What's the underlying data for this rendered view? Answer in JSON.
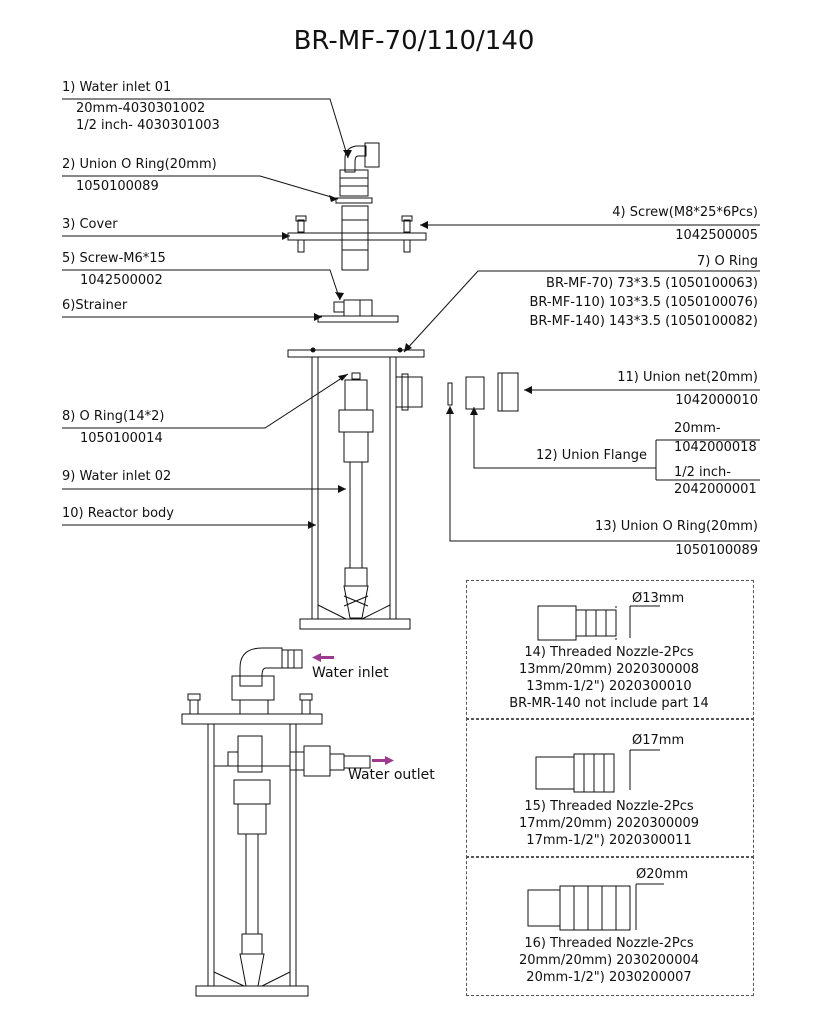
{
  "title": "BR-MF-70/110/140",
  "parts": {
    "p1": {
      "label": "1) Water inlet 01",
      "line1": "20mm-4030301002",
      "line2": "1/2 inch- 4030301003"
    },
    "p2": {
      "label": "2) Union O Ring(20mm)",
      "code": "1050100089"
    },
    "p3": {
      "label": "3) Cover"
    },
    "p4": {
      "label": "4) Screw(M8*25*6Pcs)",
      "code": "1042500005"
    },
    "p5": {
      "label": "5) Screw-M6*15",
      "code": "1042500002"
    },
    "p6": {
      "label": "6)Strainer"
    },
    "p7": {
      "label": "7) O Ring",
      "line1": "BR-MF-70) 73*3.5   (1050100063)",
      "line2": "BR-MF-110) 103*3.5   (1050100076)",
      "line3": "BR-MF-140) 143*3.5   (1050100082)"
    },
    "p8": {
      "label": "8) O Ring(14*2)",
      "code": "1050100014"
    },
    "p9": {
      "label": "9) Water inlet 02"
    },
    "p10": {
      "label": "10) Reactor body"
    },
    "p11": {
      "label": "11) Union net(20mm)",
      "code": "1042000010"
    },
    "p12": {
      "label": "12) Union Flange",
      "opt1a": "20mm-",
      "opt1b": "1042000018",
      "opt2a": "1/2 inch-",
      "opt2b": "2042000001"
    },
    "p13": {
      "label": "13) Union O Ring(20mm)",
      "code": "1050100089"
    }
  },
  "assembly": {
    "inlet": "Water inlet",
    "outlet": "Water outlet"
  },
  "nozzles": [
    {
      "dim": "Ø13mm",
      "l1": "14) Threaded Nozzle-2Pcs",
      "l2": "13mm/20mm) 2020300008",
      "l3": "13mm-1/2\") 2020300010",
      "l4": "BR-MR-140 not include part 14"
    },
    {
      "dim": "Ø17mm",
      "l1": "15) Threaded Nozzle-2Pcs",
      "l2": "17mm/20mm) 2020300009",
      "l3": "17mm-1/2\") 2020300011"
    },
    {
      "dim": "Ø20mm",
      "l1": "16) Threaded Nozzle-2Pcs",
      "l2": "20mm/20mm) 2030200004",
      "l3": "20mm-1/2\") 2030200007"
    }
  ],
  "colors": {
    "arrow": "#9b3a8f",
    "line": "#111111"
  }
}
